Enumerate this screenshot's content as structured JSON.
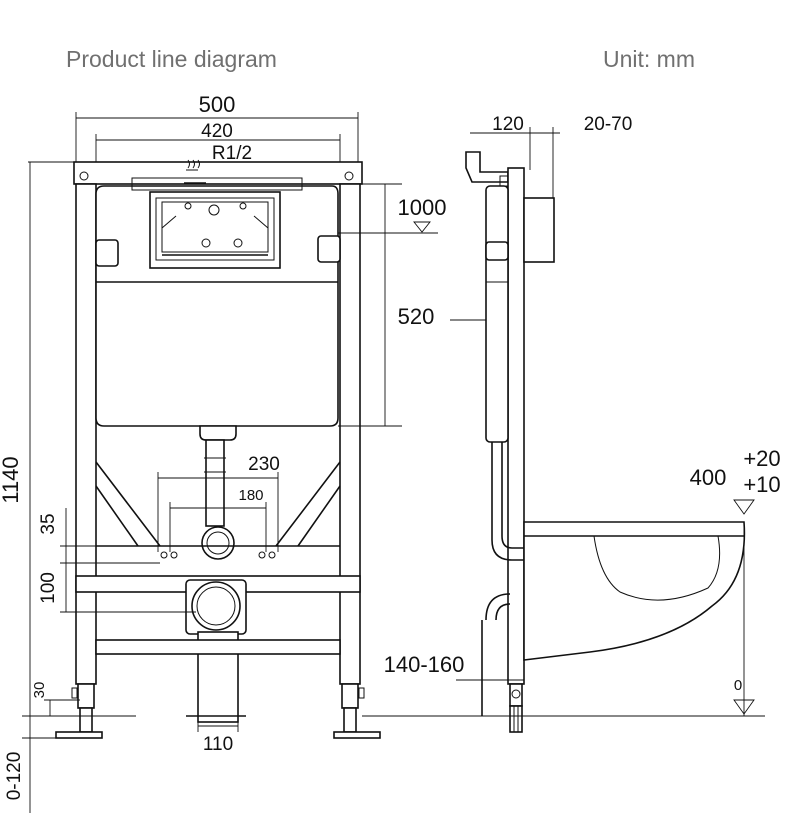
{
  "header": {
    "title": "Product line diagram",
    "unit": "Unit: mm"
  },
  "front_view": {
    "width_outer": "500",
    "width_inner": "420",
    "inlet": "R1/2",
    "height_1000": "1000",
    "height_520": "520",
    "height_1140": "1140",
    "spacing_230": "230",
    "spacing_180": "180",
    "offset_35": "35",
    "offset_100": "100",
    "foot_30": "30",
    "adjust_range": "0-120",
    "pipe_110": "110"
  },
  "side_view": {
    "depth_120": "120",
    "wall_range": "20-70",
    "height_140_160": "140-160",
    "seat_400": "400",
    "tol_plus20": "+20",
    "tol_plus10": "+10",
    "floor_zero": "0"
  }
}
